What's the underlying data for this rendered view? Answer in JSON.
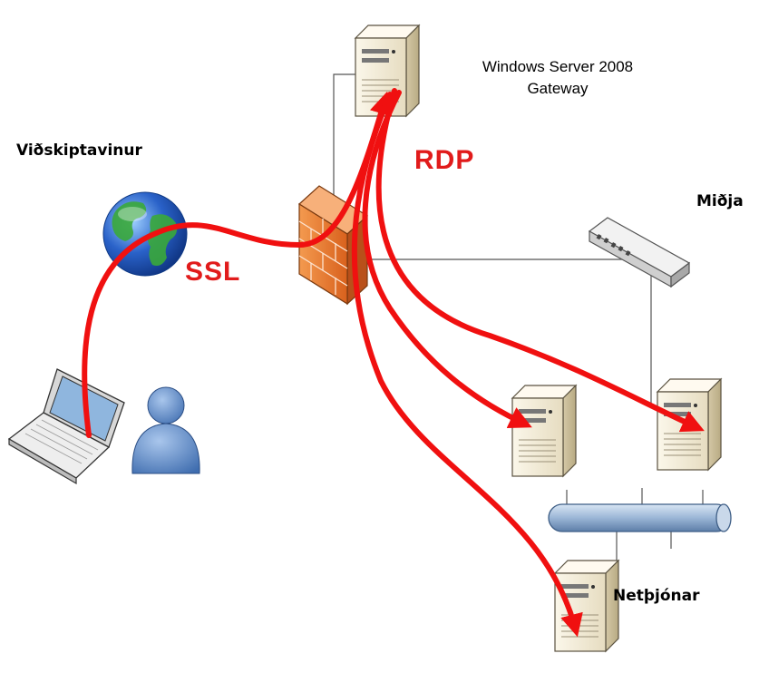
{
  "diagram": {
    "gateway_label": [
      "Windows Server 2008",
      "Gateway"
    ],
    "client_label": "Viðskiptavinur",
    "hub_label": "Miðja",
    "servers_label": "Netþjónar",
    "protocols": {
      "rdp": "RDP",
      "ssl": "SSL"
    }
  },
  "colors": {
    "tunnel": "#f01010",
    "protocol_text": "#e11b1b",
    "server_body": "#f0e9d4",
    "server_side": "#c9bd99",
    "firewall_brick": "#ee7a2e",
    "bus": "#9bb6d6",
    "globe_ocean": "#2a62c9",
    "globe_land": "#3aa83a",
    "user": "#4e7fc0"
  },
  "icons": [
    "gateway-server-icon",
    "firewall-icon",
    "hub-icon",
    "globe-icon",
    "laptop-icon",
    "user-icon",
    "server-icon",
    "network-bus-icon"
  ]
}
